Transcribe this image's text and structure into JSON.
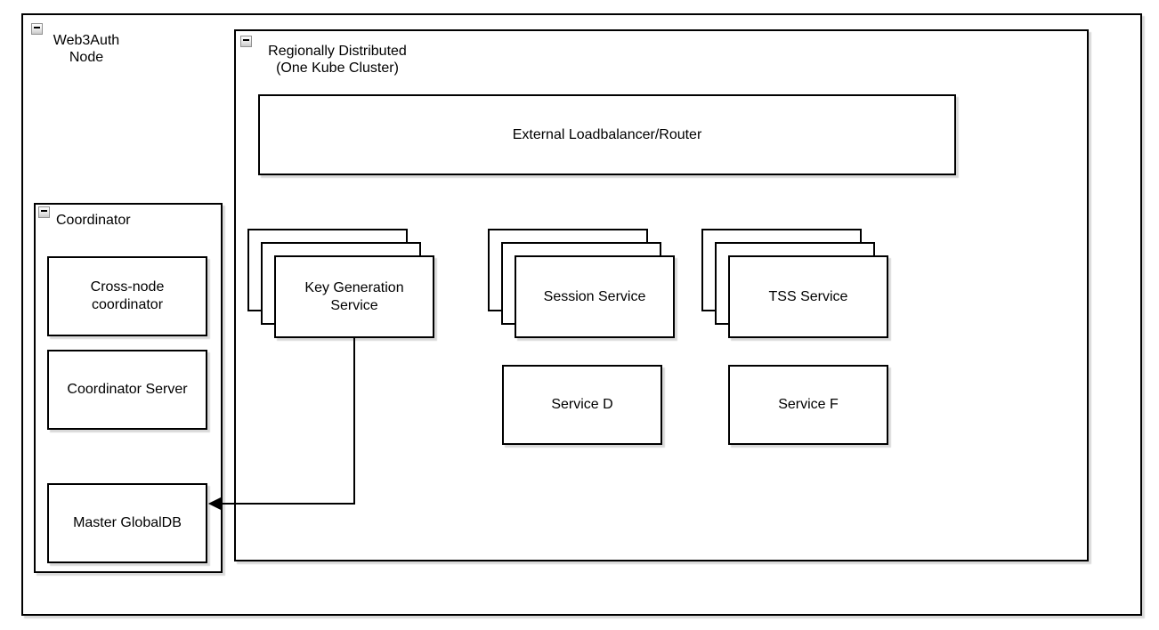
{
  "containers": {
    "web3auth_node": {
      "label_lines": [
        "Web3Auth",
        "Node"
      ],
      "collapse_icon": "minus"
    },
    "regionally_distributed": {
      "label_lines": [
        "Regionally Distributed",
        "(One Kube Cluster)"
      ],
      "collapse_icon": "minus"
    },
    "coordinator": {
      "label": "Coordinator",
      "collapse_icon": "minus"
    }
  },
  "nodes": {
    "external_loadbalancer": {
      "label": "External Loadbalancer/Router"
    },
    "key_generation_service": {
      "label_lines": [
        "Key Generation",
        "Service"
      ],
      "stacked": true,
      "stack_count": 3
    },
    "session_service": {
      "label": "Session Service",
      "stacked": true,
      "stack_count": 3
    },
    "tss_service": {
      "label": "TSS Service",
      "stacked": true,
      "stack_count": 3
    },
    "service_d": {
      "label": "Service D"
    },
    "service_f": {
      "label": "Service F"
    },
    "cross_node_coordinator": {
      "label_lines": [
        "Cross-node",
        "coordinator"
      ]
    },
    "coordinator_server": {
      "label": "Coordinator Server"
    },
    "master_globaldb": {
      "label": "Master GlobalDB"
    }
  },
  "edges": [
    {
      "from": "Key Generation Service",
      "to": "Master GlobalDB",
      "style": "orthogonal",
      "arrowhead": "filled-triangle"
    }
  ],
  "colors": {
    "stroke": "#000000",
    "fill": "#ffffff",
    "background": "#ffffff",
    "shadow_rgba": "rgba(0,0,0,0.15)"
  }
}
